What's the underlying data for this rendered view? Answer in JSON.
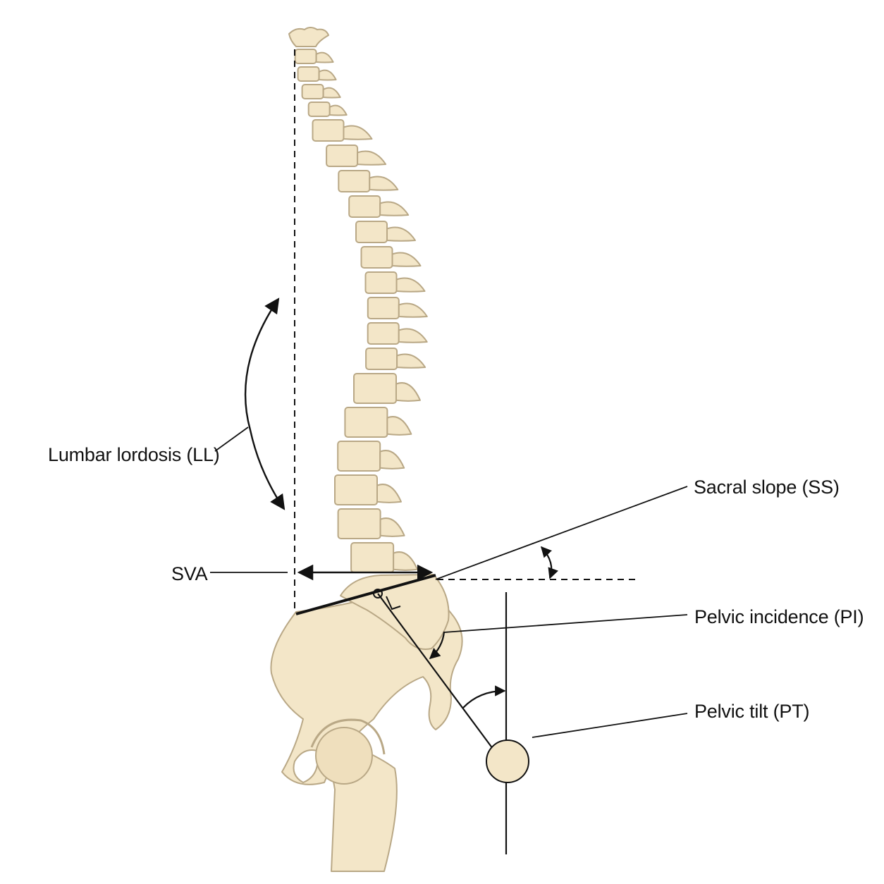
{
  "labels": {
    "lumbar_lordosis": "Lumbar lordosis (LL)",
    "sacral_slope": "Sacral slope (SS)",
    "sva": "SVA",
    "pelvic_incidence": "Pelvic incidence (PI)",
    "pelvic_tilt": "Pelvic tilt (PT)"
  },
  "colors": {
    "bone_fill": "#f3e6c8",
    "bone_outline": "#b9a886",
    "disc": "#ffffff",
    "line": "#111111"
  },
  "icons": {
    "arrows": "double-headed-arrow",
    "femoral_head": "circle"
  }
}
